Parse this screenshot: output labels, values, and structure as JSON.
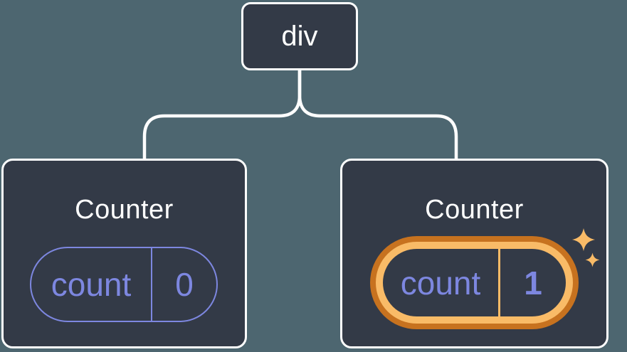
{
  "tree": {
    "root": {
      "label": "div"
    },
    "children": [
      {
        "title": "Counter",
        "state_key": "count",
        "state_value": "0",
        "highlighted": false
      },
      {
        "title": "Counter",
        "state_key": "count",
        "state_value": "1",
        "highlighted": true
      }
    ]
  },
  "icons": {
    "sparkle_large": "sparkle-icon",
    "sparkle_small": "sparkle-icon"
  },
  "colors": {
    "background": "#4d6670",
    "node_bg": "#333a47",
    "node_border": "#ffffff",
    "connector": "#ffffff",
    "title_text": "#ffffff",
    "state_purple": "#7d87e0",
    "highlight_outer_orange": "#c7721f",
    "highlight_inner_orange": "#f9bb67",
    "sparkle_orange": "#f9bb67"
  }
}
